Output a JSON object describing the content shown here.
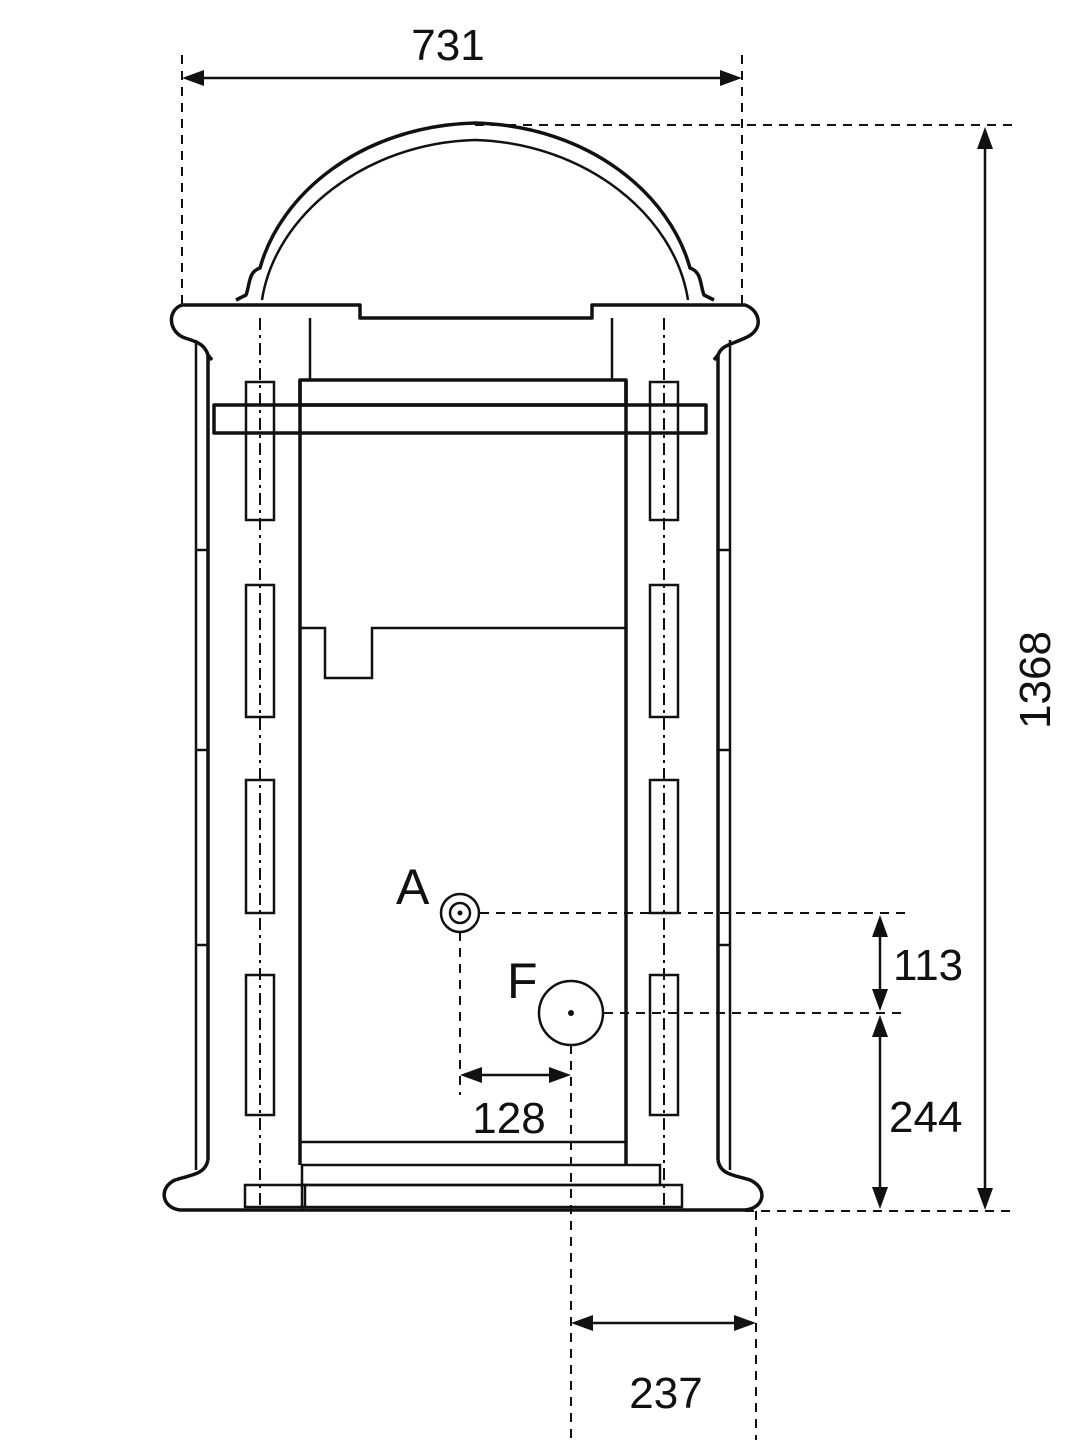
{
  "dimensions": {
    "overall_width": "731",
    "overall_height": "1368",
    "a_to_f_vertical": "113",
    "f_to_base": "244",
    "a_to_f_horizontal": "128",
    "f_to_side": "237"
  },
  "labels": {
    "connection_a": "A",
    "connection_f": "F"
  }
}
